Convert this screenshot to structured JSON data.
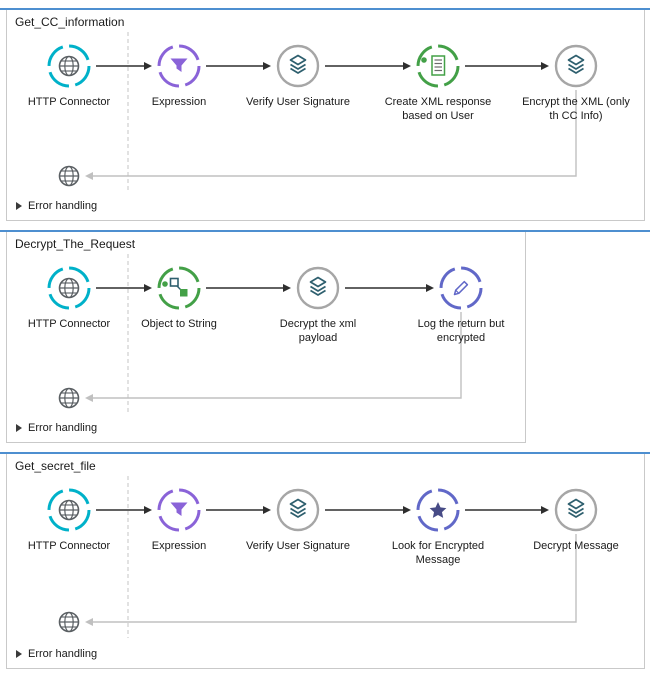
{
  "flows": [
    {
      "title": "Get_CC_information",
      "error_handling": "Error handling",
      "nodes": [
        {
          "label": "HTTP Connector"
        },
        {
          "label": "Expression"
        },
        {
          "label": "Verify User Signature"
        },
        {
          "label": "Create XML response based on User"
        },
        {
          "label": "Encrypt the XML (only th CC Info)"
        }
      ]
    },
    {
      "title": "Decrypt_The_Request",
      "error_handling": "Error handling",
      "nodes": [
        {
          "label": "HTTP Connector"
        },
        {
          "label": "Object to String"
        },
        {
          "label": "Decrypt the xml payload"
        },
        {
          "label": "Log the return but encrypted"
        }
      ]
    },
    {
      "title": "Get_secret_file",
      "error_handling": "Error handling",
      "nodes": [
        {
          "label": "HTTP Connector"
        },
        {
          "label": "Expression"
        },
        {
          "label": "Verify User Signature"
        },
        {
          "label": "Look for Encrypted Message"
        },
        {
          "label": "Decrypt Message"
        }
      ]
    }
  ],
  "colors": {
    "http_ring": "#00b1c9",
    "expression_ring": "#8a63d8",
    "module_ring": "#a6a6a6",
    "green_ring": "#43a047",
    "logger_ring": "#6168c8",
    "flow_rule_blue": "#4e8fd0",
    "icon_dark_teal": "#2e5f6e",
    "arrow": "#2e2e2e",
    "return_path": "#c0c0c0"
  }
}
